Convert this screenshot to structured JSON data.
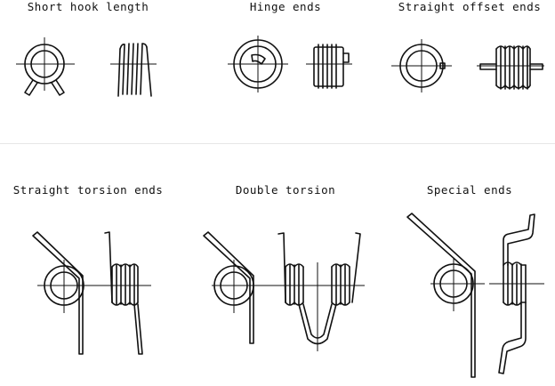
{
  "labels": {
    "short_hook_length": "Short hook length",
    "hinge_ends": "Hinge ends",
    "straight_offset_ends": "Straight offset ends",
    "straight_torsion_ends": "Straight torsion ends",
    "double_torsion": "Double torsion",
    "special_ends": "Special ends"
  }
}
